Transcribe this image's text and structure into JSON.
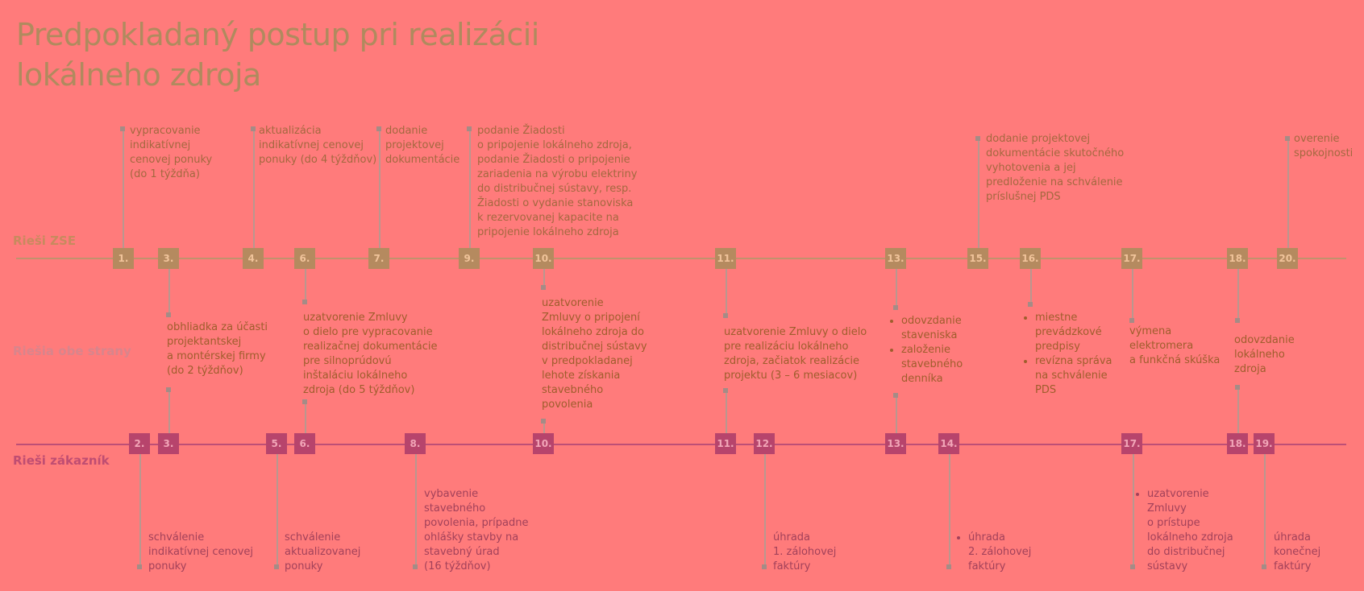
{
  "title": "Predpokladaný postup pri realizácii lokálneho zdroja",
  "rows": {
    "zse": "Rieši ZSE",
    "both": "Riešia obe strany",
    "customer": "Rieši zákazník"
  },
  "colors": {
    "background": "#ff7b7b",
    "title": "#b08a5e",
    "zse_box": "#b58a5f",
    "customer_box": "#b7446c",
    "both_label": "#d8858c"
  },
  "zse_markers": [
    "1.",
    "3.",
    "4.",
    "6.",
    "7.",
    "9.",
    "10.",
    "11.",
    "13.",
    "15.",
    "16.",
    "17.",
    "18.",
    "20."
  ],
  "customer_markers": [
    "2.",
    "3.",
    "5.",
    "6.",
    "8.",
    "10.",
    "11.",
    "12.",
    "13.",
    "14.",
    "17.",
    "18.",
    "19."
  ],
  "zse_steps": [
    "vypracovanie\nindikatívnej\ncenovej ponuky\n(do 1 týždňa)",
    "aktualizácia\nindikatívnej cenovej\nponuky (do 4 týždňov)",
    "dodanie\nprojektovej\ndokumentácie",
    "podanie Žiadosti\no pripojenie lokálneho zdroja,\npodanie Žiadosti o pripojenie\nzariadenia na výrobu elektriny\ndo distribučnej sústavy, resp.\nŽiadosti o vydanie stanoviska\nk rezervovanej kapacite na\npripojenie lokálneho zdroja",
    "dodanie projektovej\ndokumentácie skutočného\nvyhotovenia a jej\npredloženie na schválenie\npríslušnej PDS",
    "overenie\nspokojnosti"
  ],
  "both_steps": {
    "s3": "obhliadka za účasti\nprojektantskej\na montérskej firmy\n(do 2 týždňov)",
    "s6": "uzatvorenie Zmluvy\no dielo pre vypracovanie\nrealizačnej dokumentácie\npre silnoprúdovú\ninštaláciu lokálneho\nzdroja (do 5 týždňov)",
    "s10": "uzatvorenie\nZmluvy o pripojení\nlokálneho zdroja do\ndistribučnej sústavy\nv predpokladanej\nlehote získania\nstavebného\npovolenia",
    "s11": "uzatvorenie Zmluvy o dielo\npre realizáciu lokálneho\nzdroja, začiatok realizácie\nprojektu (3 – 6 mesiacov)",
    "s13": [
      "odovzdanie\nstaveniska",
      "založenie\nstavebného\ndenníka"
    ],
    "s16": [
      "miestne\nprevádzkové\npredpisy",
      "revízna správa\nna schválenie\nPDS"
    ],
    "s17": "výmena\nelektromera\na funkčná skúška",
    "s18": "odovzdanie\nlokálneho\nzdroja"
  },
  "customer_steps": {
    "s2": "schválenie\nindikatívnej cenovej\nponuky",
    "s5": "schválenie\naktualizovanej\nponuky",
    "s8": "vybavenie\nstavebného\npovolenia, prípadne\nohlášky stavby na\nstavebný úrad\n(16 týždňov)",
    "s12": "úhrada\n1. zálohovej\nfaktúry",
    "s14": [
      "úhrada\n2. zálohovej\nfaktúry"
    ],
    "s17": [
      "uzatvorenie\nZmluvy\no prístupe\nlokálneho zdroja\ndo distribučnej\nsústavy"
    ],
    "s19": "úhrada\nkonečnej\nfaktúry"
  }
}
